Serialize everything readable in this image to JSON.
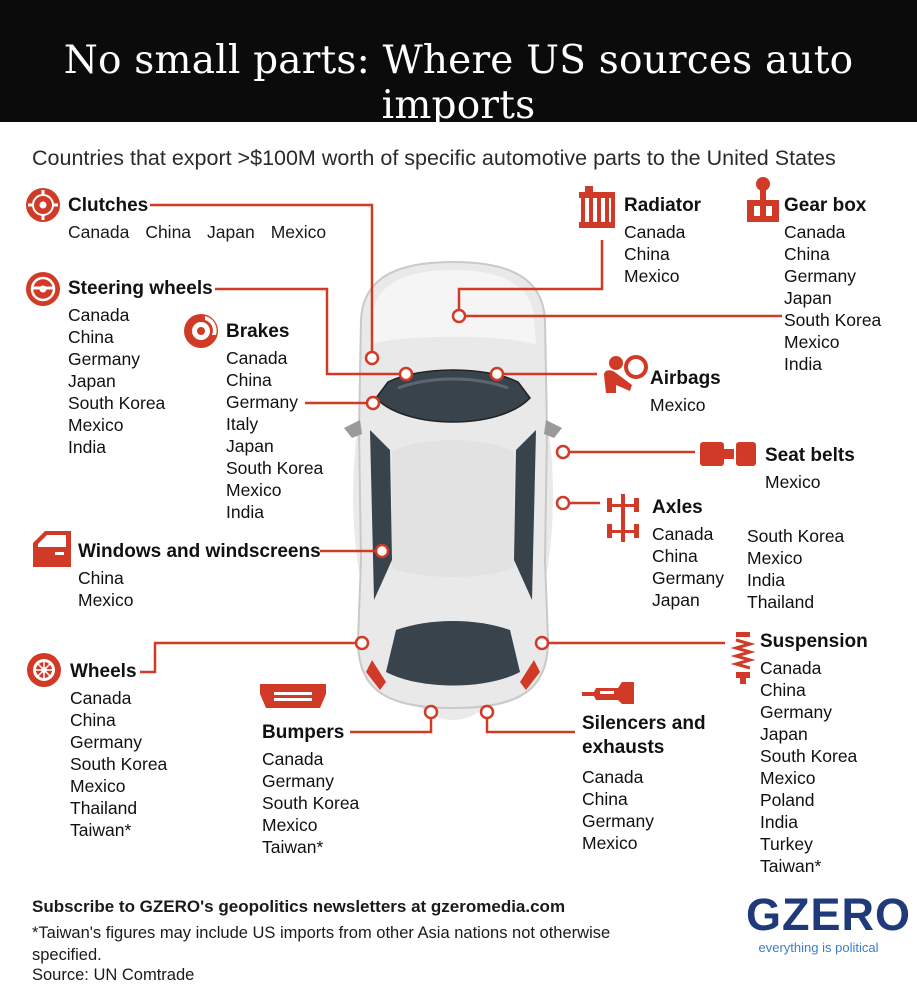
{
  "header": {
    "title": "No small parts: Where US sources auto imports"
  },
  "subtitle": "Countries that export >$100M worth of specific automotive parts to the United States",
  "colors": {
    "accent": "#d13a26",
    "header_bg": "#0b0b0b",
    "brand": "#1f3a7a",
    "tagline": "#3a7fc9"
  },
  "parts": {
    "clutches": {
      "title": "Clutches",
      "countries": [
        "Canada",
        "China",
        "Japan",
        "Mexico"
      ]
    },
    "steering_wheels": {
      "title": "Steering wheels",
      "countries": [
        "Canada",
        "China",
        "Germany",
        "Japan",
        "South Korea",
        "Mexico",
        "India"
      ]
    },
    "brakes": {
      "title": "Brakes",
      "countries": [
        "Canada",
        "China",
        "Germany",
        "Italy",
        "Japan",
        "South Korea",
        "Mexico",
        "India"
      ]
    },
    "windows": {
      "title": "Windows and windscreens",
      "countries": [
        "China",
        "Mexico"
      ]
    },
    "wheels": {
      "title": "Wheels",
      "countries": [
        "Canada",
        "China",
        "Germany",
        "South Korea",
        "Mexico",
        "Thailand",
        "Taiwan*"
      ]
    },
    "bumpers": {
      "title": "Bumpers",
      "countries": [
        "Canada",
        "Germany",
        "South Korea",
        "Mexico",
        "Taiwan*"
      ]
    },
    "radiator": {
      "title": "Radiator",
      "countries": [
        "Canada",
        "China",
        "Mexico"
      ]
    },
    "gear_box": {
      "title": "Gear box",
      "countries": [
        "Canada",
        "China",
        "Germany",
        "Japan",
        "South Korea",
        "Mexico",
        "India"
      ]
    },
    "airbags": {
      "title": "Airbags",
      "countries": [
        "Mexico"
      ]
    },
    "seat_belts": {
      "title": "Seat belts",
      "countries": [
        "Mexico"
      ]
    },
    "axles": {
      "title": "Axles",
      "countries_col1": [
        "Canada",
        "China",
        "Germany",
        "Japan"
      ],
      "countries_col2": [
        "South Korea",
        "Mexico",
        "India",
        "Thailand"
      ]
    },
    "silencers": {
      "title_line1": "Silencers and",
      "title_line2": "exhausts",
      "countries": [
        "Canada",
        "China",
        "Germany",
        "Mexico"
      ]
    },
    "suspension": {
      "title": "Suspension",
      "countries": [
        "Canada",
        "China",
        "Germany",
        "Japan",
        "South Korea",
        "Mexico",
        "Poland",
        "India",
        "Turkey",
        "Taiwan*"
      ]
    }
  },
  "footer": {
    "subscribe": "Subscribe to GZERO's geopolitics newsletters at gzeromedia.com",
    "note": "*Taiwan's figures may include US imports from other Asia nations not otherwise specified.",
    "source": "Source: UN Comtrade"
  },
  "logo": {
    "name": "GZERO",
    "tagline": "everything is political"
  },
  "icons": [
    "clutch-icon",
    "steering-wheel-icon",
    "brake-icon",
    "car-door-icon",
    "wheel-icon",
    "bumper-icon",
    "radiator-icon",
    "gear-shift-icon",
    "airbag-icon",
    "seat-belt-icon",
    "axle-icon",
    "exhaust-icon",
    "suspension-spring-icon"
  ]
}
